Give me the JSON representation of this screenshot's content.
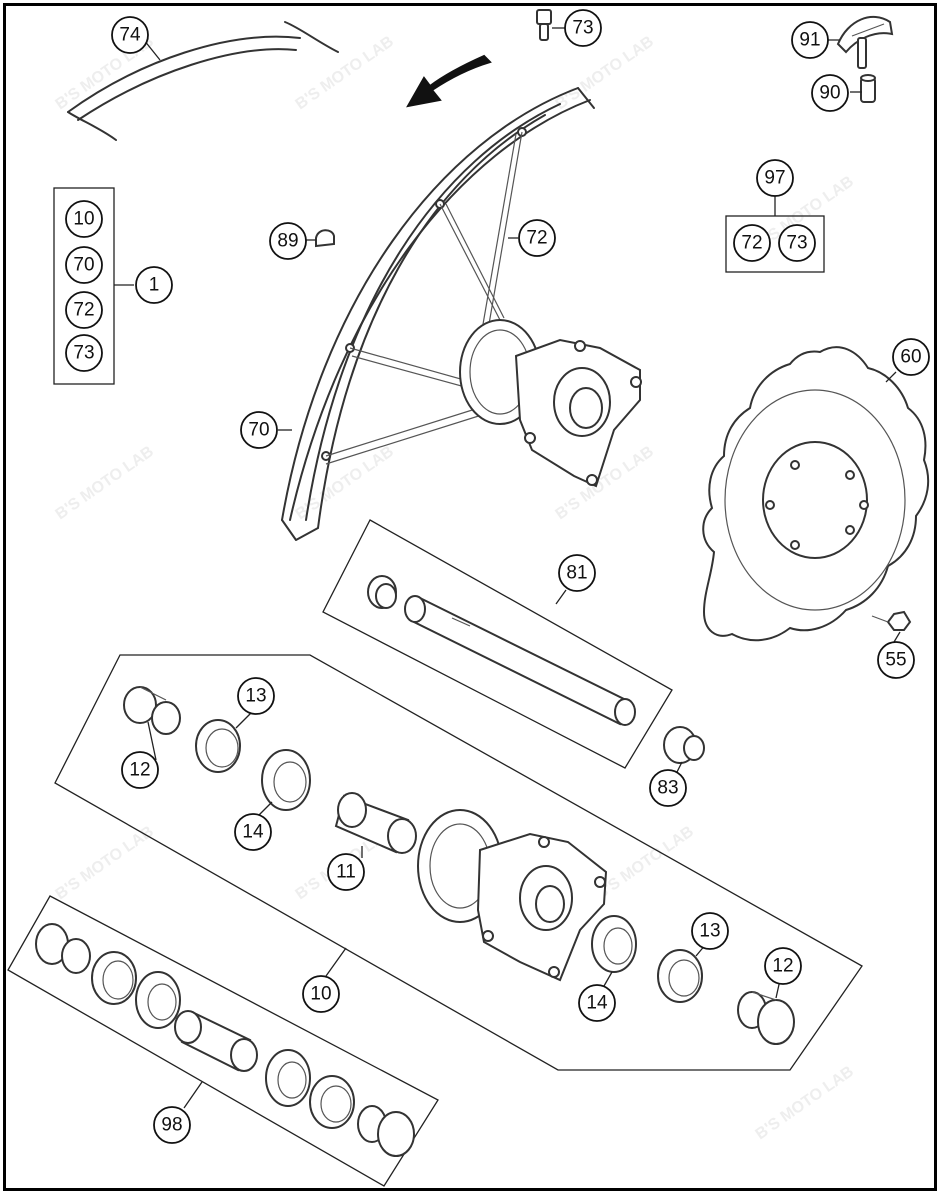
{
  "watermark": "B'S MOTO LAB",
  "callouts": {
    "c74": "74",
    "c73_top": "73",
    "c91": "91",
    "c90": "90",
    "kit1_10": "10",
    "kit1_70": "70",
    "kit1_72": "72",
    "kit1_73": "73",
    "c1": "1",
    "c89": "89",
    "c72": "72",
    "c97": "97",
    "kit97_72": "72",
    "kit97_73": "73",
    "c70": "70",
    "c60": "60",
    "c81": "81",
    "c55": "55",
    "c13_left": "13",
    "c12_left": "12",
    "c14_left": "14",
    "c11": "11",
    "c83": "83",
    "c13_right": "13",
    "c12_right": "12",
    "c14_right": "14",
    "c10": "10",
    "c98": "98"
  }
}
